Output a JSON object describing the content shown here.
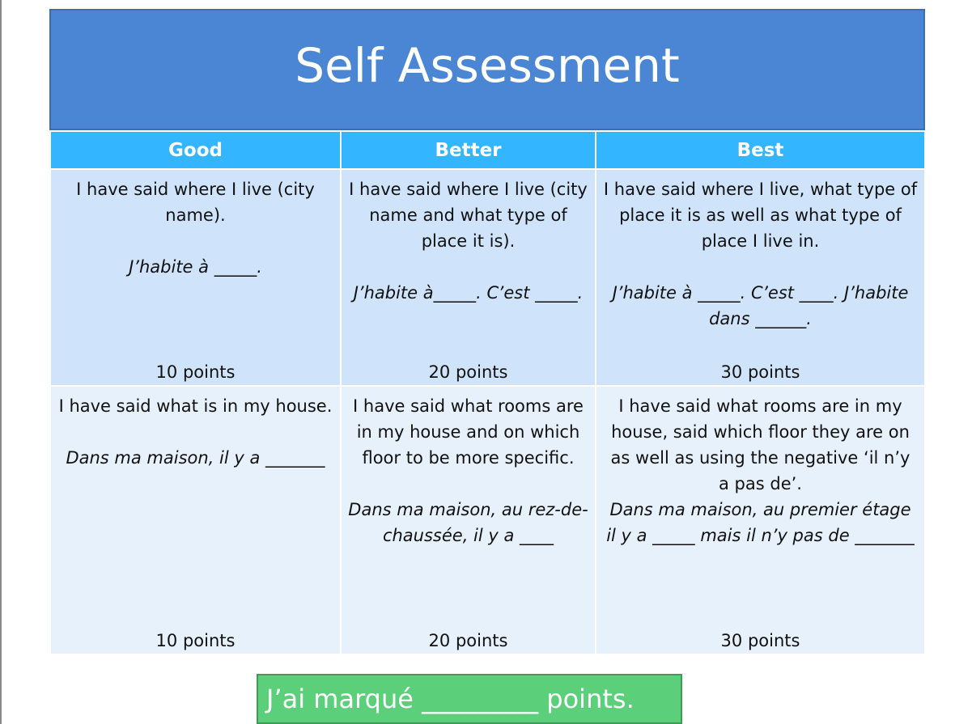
{
  "title": "Self Assessment",
  "columns": [
    "Good",
    "Better",
    "Best"
  ],
  "rows": [
    [
      {
        "desc": "I have said where I live (city name).",
        "example": "J’habite à _____.",
        "points": "10 points"
      },
      {
        "desc": "I have said where I live (city name and what type of place it is).",
        "example": "J’habite à_____. C’est _____.",
        "points": "20 points"
      },
      {
        "desc": "I have said where I live, what type of place it is as well as what type of place I live in.",
        "example": "J’habite à _____. C’est ____. J’habite dans ______.",
        "points": "30 points"
      }
    ],
    [
      {
        "desc": "I have said what is in my house.",
        "example": "Dans ma maison, il y a _______",
        "points": "10 points"
      },
      {
        "desc": "I have said what rooms are in my house and on which floor to be more specific.",
        "example": "Dans ma maison, au rez-de-chaussée, il y a ____",
        "points": "20 points"
      },
      {
        "desc": "I have said what rooms are in my house, said which floor they are on as well as using the negative ‘il n’y a pas de’.",
        "example": "Dans ma maison, au premier étage il y a _____  mais il n’y pas de _______",
        "points": "30 points"
      }
    ]
  ],
  "score": "J’ai marqué _________ points."
}
